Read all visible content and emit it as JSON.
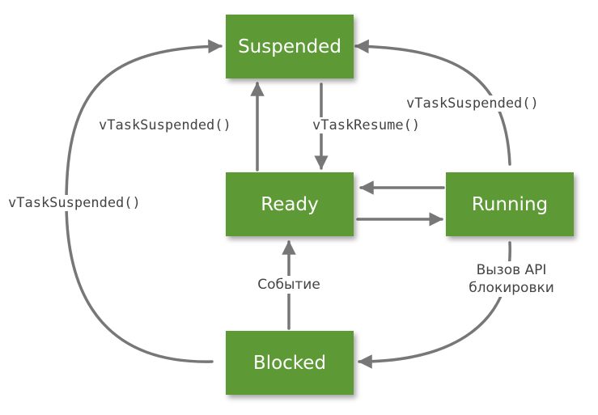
{
  "states": {
    "suspended": "Suspended",
    "ready": "Ready",
    "running": "Running",
    "blocked": "Blocked"
  },
  "transitions": {
    "ready_to_suspended": "vTaskSuspended()",
    "suspended_to_ready": "vTaskResume()",
    "running_to_suspended": "vTaskSuspended()",
    "blocked_to_suspended": "vTaskSuspended()",
    "blocked_to_ready": "Событие",
    "running_to_blocked_line1": "Вызов API",
    "running_to_blocked_line2": "блокировки"
  },
  "colors": {
    "state_fill": "#5d9a35",
    "state_text": "#ffffff",
    "arrow": "#777777",
    "label_text": "#444444"
  }
}
